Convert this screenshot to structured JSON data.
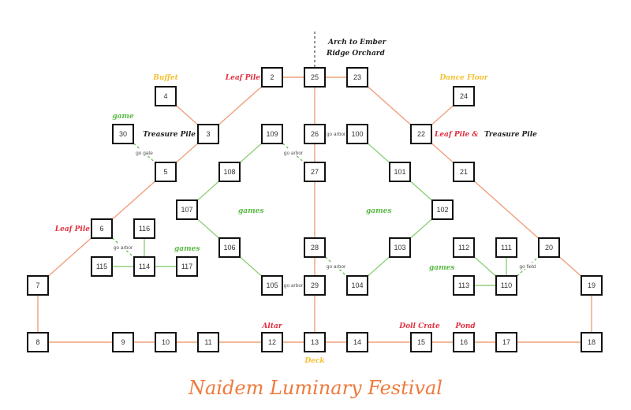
{
  "title": "Naidem Luminary Festival",
  "colors": {
    "path": "#f0a07a",
    "games": "#8fd07a",
    "red": "#e03040",
    "yellow": "#f5c030",
    "green": "#5ab845",
    "dark": "#222222",
    "title": "#ef7a3c"
  },
  "nodes": [
    "2",
    "25",
    "23",
    "4",
    "24",
    "30",
    "3",
    "109",
    "26",
    "100",
    "22",
    "5",
    "108",
    "27",
    "101",
    "21",
    "107",
    "102",
    "6",
    "116",
    "106",
    "28",
    "103",
    "112",
    "111",
    "20",
    "115",
    "114",
    "117",
    "7",
    "105",
    "29",
    "104",
    "113",
    "110",
    "19",
    "8",
    "9",
    "10",
    "11",
    "12",
    "13",
    "14",
    "15",
    "16",
    "17",
    "18"
  ],
  "edges": {
    "path": [
      [
        "2",
        "25"
      ],
      [
        "25",
        "23"
      ],
      [
        "2",
        "3"
      ],
      [
        "4",
        "3"
      ],
      [
        "3",
        "5"
      ],
      [
        "5",
        "6"
      ],
      [
        "6",
        "7"
      ],
      [
        "7",
        "8"
      ],
      [
        "8",
        "9"
      ],
      [
        "9",
        "10"
      ],
      [
        "10",
        "11"
      ],
      [
        "11",
        "12"
      ],
      [
        "12",
        "13"
      ],
      [
        "13",
        "14"
      ],
      [
        "14",
        "15"
      ],
      [
        "15",
        "16"
      ],
      [
        "16",
        "17"
      ],
      [
        "17",
        "18"
      ],
      [
        "18",
        "19"
      ],
      [
        "19",
        "20"
      ],
      [
        "20",
        "21"
      ],
      [
        "21",
        "22"
      ],
      [
        "22",
        "24"
      ],
      [
        "22",
        "23"
      ],
      [
        "25",
        "26"
      ],
      [
        "26",
        "27"
      ],
      [
        "27",
        "28"
      ],
      [
        "28",
        "29"
      ],
      [
        "29",
        "13"
      ]
    ],
    "games": [
      [
        "109",
        "108"
      ],
      [
        "108",
        "107"
      ],
      [
        "107",
        "106"
      ],
      [
        "106",
        "105"
      ],
      [
        "100",
        "101"
      ],
      [
        "101",
        "102"
      ],
      [
        "102",
        "103"
      ],
      [
        "103",
        "104"
      ],
      [
        "116",
        "114"
      ],
      [
        "115",
        "114"
      ],
      [
        "114",
        "117"
      ],
      [
        "112",
        "110"
      ],
      [
        "111",
        "110"
      ],
      [
        "113",
        "110"
      ]
    ],
    "links": [
      {
        "from": "30",
        "to": "5",
        "label": "go gate"
      },
      {
        "from": "109",
        "to": "27",
        "label": "go arbor"
      },
      {
        "from": "26",
        "to": "100",
        "label": "go arbor"
      },
      {
        "from": "6",
        "to": "114",
        "label": "go arbor"
      },
      {
        "from": "105",
        "to": "29",
        "label": "go arbor"
      },
      {
        "from": "28",
        "to": "104",
        "label": "go arbor"
      },
      {
        "from": "110",
        "to": "20",
        "label": "go field"
      }
    ]
  },
  "labels": {
    "arch_line1": "Arch to Ember",
    "arch_line2": "Ridge Orchard",
    "buffet": "Buffet",
    "leaf_pile_2": "Leaf Pile",
    "game_30": "game",
    "treasure_pile_3": "Treasure Pile",
    "dance_floor": "Dance Floor",
    "leaf_pile_22": "Leaf Pile &",
    "treasure_pile_22": "Treasure Pile",
    "games_left": "games",
    "games_right": "games",
    "leaf_pile_6": "Leaf Pile",
    "games_114": "games",
    "games_110": "games",
    "altar": "Altar",
    "deck": "Deck",
    "doll_crate": "Doll Crate",
    "pond": "Pond"
  }
}
